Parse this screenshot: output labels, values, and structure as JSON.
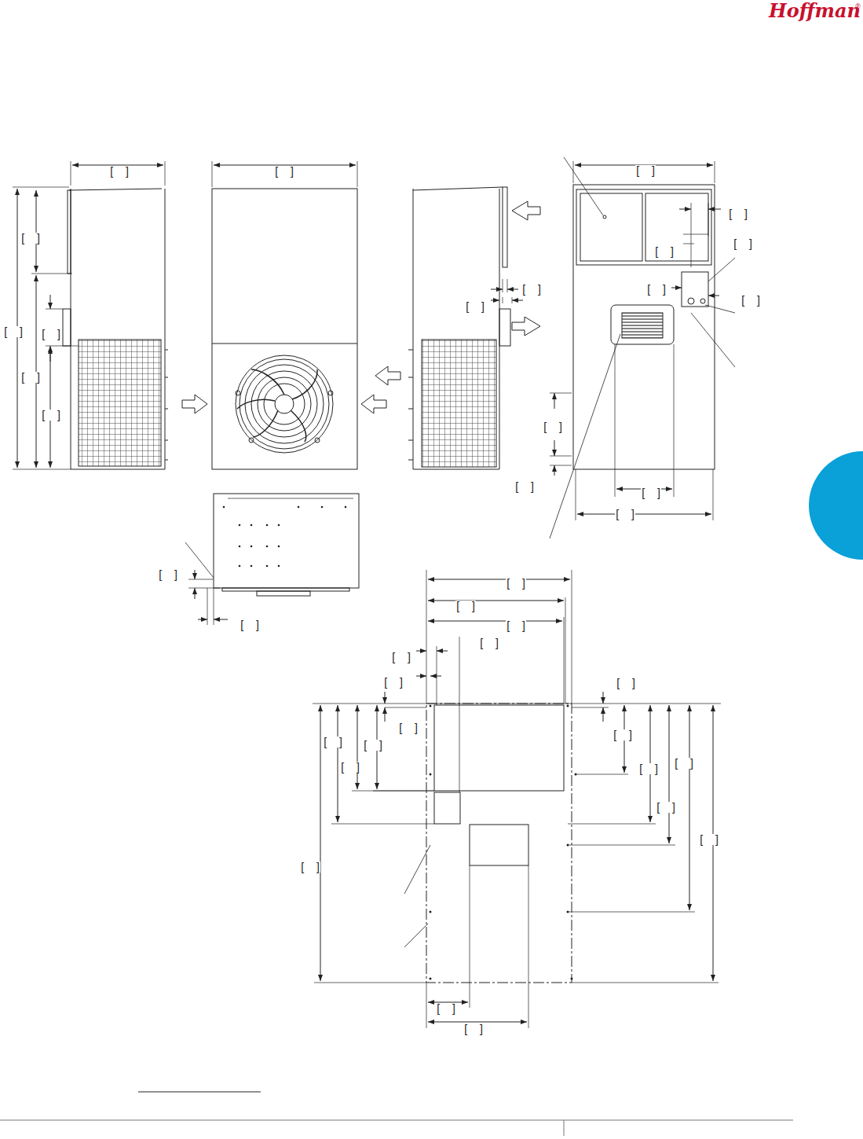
{
  "diagram": {
    "labels": [
      "Hoffman",
      "®",
      "[ ]",
      "[ ]",
      "[ ]",
      "[ ]",
      "[ ]",
      "[ ]",
      "[ ]",
      "[ ]",
      "[ ]",
      "[ ]",
      "[ ]",
      "[ ]",
      "[ ]",
      "[ ]",
      "[ ]",
      "[ ]",
      "[ ]",
      "[ ]",
      "[ ]",
      "[ ]",
      "[ ]",
      "[ ]",
      "[ ]",
      "[ ]",
      "[ ]",
      "[ ]",
      "[ ]",
      "[ ]",
      "[ ]",
      "[ ]",
      "[ ]",
      "[ ]",
      "[ ]",
      "[ ]",
      "[ ]",
      "[ ]",
      "[ ]",
      "[ ]",
      "[ ]",
      "[ ]"
    ]
  }
}
